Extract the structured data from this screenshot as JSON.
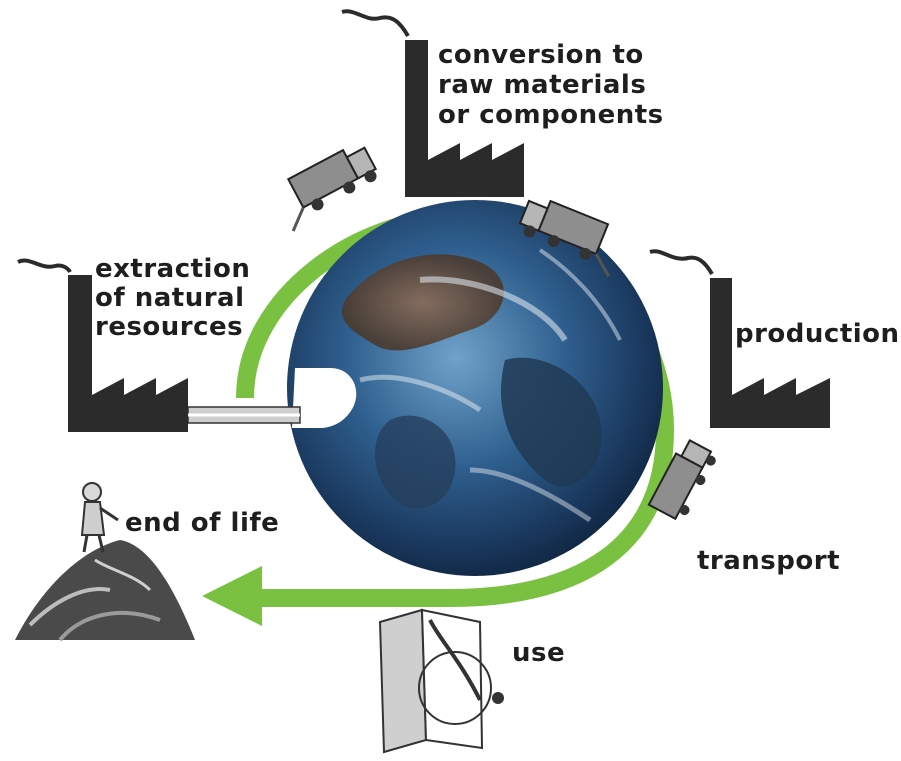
{
  "labels": {
    "conversion": [
      "conversion to",
      "raw materials",
      "or components"
    ],
    "extraction": [
      "extraction",
      "of natural",
      "resources"
    ],
    "production": "production",
    "end_of_life": "end of life",
    "transport": "transport",
    "use": "use"
  },
  "colors": {
    "cycle_arrow": "#7ac142",
    "factory": "#2b2b2b",
    "earth_ocean": "#1d3b66",
    "earth_land": "#5a4636",
    "pipe": "#cfcfcf"
  }
}
